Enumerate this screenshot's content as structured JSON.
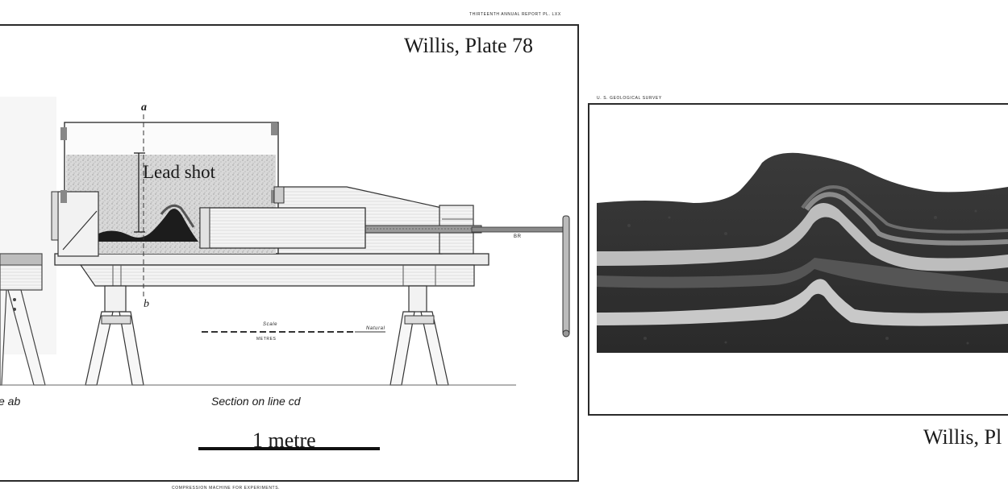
{
  "left_plate": {
    "header": "THIRTEENTH ANNUAL REPORT PL. LXX",
    "credit": "Willis, Plate 78",
    "annotation_lead_shot": "Lead shot",
    "letter_a": "a",
    "letter_b": "b",
    "scale_caption_top": "Scale",
    "scale_caption_unit": "METRES",
    "scale_caption_side": "Natural",
    "small_mark": "BR",
    "section_left": "e ab",
    "section_right": "Section on line cd",
    "scale_bar_label": "1 metre",
    "caption": "COMPRESSION MACHINE FOR EXPERIMENTS."
  },
  "right_plate": {
    "header": "U. S. GEOLOGICAL SURVEY",
    "credit": "Willis, Pl"
  }
}
